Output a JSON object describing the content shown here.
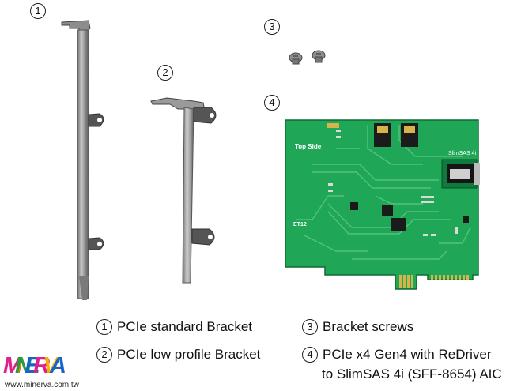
{
  "markers": {
    "m1": "1",
    "m2": "2",
    "m3": "3",
    "m4": "4"
  },
  "board_labels": {
    "top_side": "Top Side",
    "slimsas": "SlimSAS 4i",
    "code1": "ET12"
  },
  "legend": {
    "item1": "PCIe standard Bracket",
    "item2": "PCIe low profile Bracket",
    "item3": "Bracket screws",
    "item4_line1": "PCIe x4 Gen4 with ReDriver",
    "item4_line2": "to SlimSAS 4i (SFF-8654)  AIC"
  },
  "brand": {
    "logo": "MINERVA",
    "website": "www.minerva.com.tw"
  },
  "colors": {
    "pcb_green": "#1fa657",
    "trace_green": "#53c27b",
    "gold": "#d6b449",
    "metal": "#a9a9a9"
  }
}
